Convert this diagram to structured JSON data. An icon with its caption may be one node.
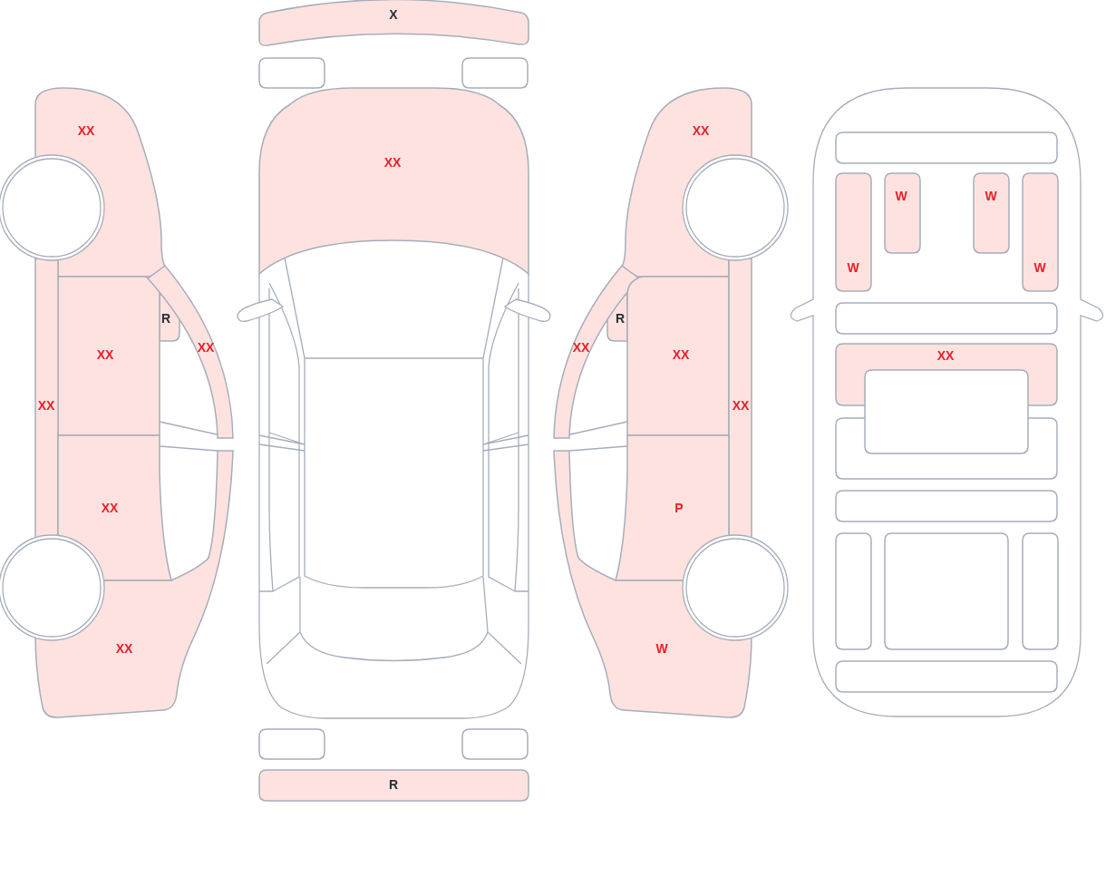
{
  "diagram": {
    "nodes": [
      {
        "text": [
          "X"
        ]
      },
      {
        "text": [],
        "shape": "box"
      },
      {
        "text": [],
        "shape": "box"
      },
      {
        "text": [
          "XX"
        ]
      },
      {
        "text": [
          "XX"
        ]
      },
      {
        "text": [
          "XX"
        ]
      },
      {
        "text": [],
        "shape": "box"
      },
      {
        "text": [
          "W"
        ]
      },
      {
        "text": [
          "W"
        ]
      },
      {
        "text": [
          "W"
        ]
      },
      {
        "text": [
          "W"
        ]
      },
      {
        "text": [],
        "shape": "circle"
      },
      {
        "text": [],
        "shape": "circle"
      },
      {
        "text": [
          "R"
        ]
      },
      {
        "text": [
          "R"
        ]
      },
      {
        "text": [
          "XX"
        ]
      },
      {
        "text": [
          "XX"
        ]
      },
      {
        "text": [
          "XX"
        ]
      },
      {
        "text": [
          "XX"
        ]
      },
      {
        "text": [],
        "shape": "box"
      },
      {
        "text": [
          "XX"
        ]
      },
      {
        "text": [
          "XX"
        ]
      },
      {
        "text": [
          "XX"
        ]
      },
      {
        "text": [],
        "shape": "box"
      },
      {
        "text": [],
        "shape": "box"
      },
      {
        "text": [
          "XX"
        ]
      },
      {
        "text": [
          "P"
        ]
      },
      {
        "text": [],
        "shape": "box"
      },
      {
        "text": [],
        "shape": "circle"
      },
      {
        "text": [],
        "shape": "circle"
      },
      {
        "text": [],
        "shape": "box"
      },
      {
        "text": [],
        "shape": "box"
      },
      {
        "text": [],
        "shape": "box"
      },
      {
        "text": [
          "XX"
        ]
      },
      {
        "text": [
          "W"
        ]
      },
      {
        "text": [],
        "shape": "box"
      },
      {
        "text": [],
        "shape": "box"
      },
      {
        "text": [],
        "shape": "box"
      },
      {
        "text": [
          "R"
        ]
      }
    ]
  }
}
